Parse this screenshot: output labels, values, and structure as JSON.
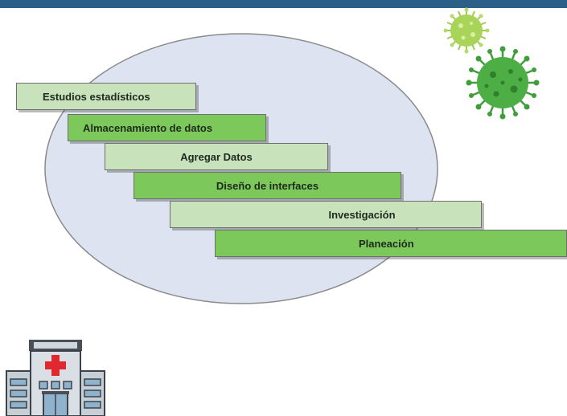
{
  "header": {
    "text": "",
    "color": "#2d6088"
  },
  "diagram": {
    "ellipse_fill": "#dde3f1",
    "colors": {
      "light": "#c8e3bb",
      "dark": "#7cc85a"
    },
    "steps": [
      {
        "label": "Estudios estadísticos",
        "tone": "light"
      },
      {
        "label": "Almacenamiento de datos",
        "tone": "dark"
      },
      {
        "label": "Agregar Datos",
        "tone": "light"
      },
      {
        "label": "Diseño de interfaces",
        "tone": "dark"
      },
      {
        "label": "Investigación",
        "tone": "light"
      },
      {
        "label": "Planeación",
        "tone": "dark"
      }
    ]
  },
  "icons": {
    "virus_small": "virus-icon",
    "virus_large": "virus-icon",
    "hospital": "hospital-icon"
  }
}
